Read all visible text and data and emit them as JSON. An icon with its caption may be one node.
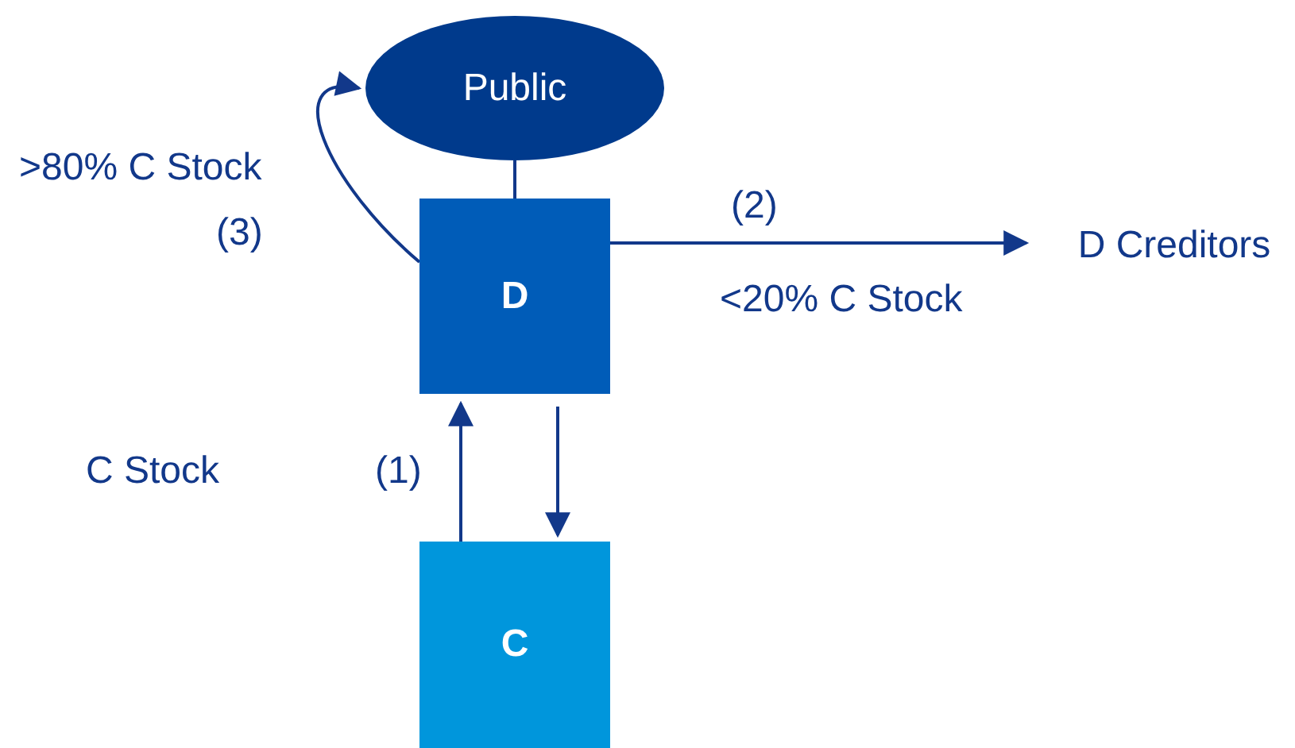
{
  "diagram": {
    "nodes": [
      {
        "text": [
          "Public"
        ]
      },
      {
        "text": [
          "D"
        ]
      },
      {
        "text": [
          "C"
        ]
      },
      {
        "text": [
          "D Creditors"
        ]
      }
    ],
    "edges": [
      {
        "from": 1,
        "to": 0,
        "arrow": "to"
      },
      {
        "from": 0,
        "to": 1,
        "arrow": "none"
      },
      {
        "from": 2,
        "to": 1,
        "arrow": "to"
      },
      {
        "from": 1,
        "to": 2,
        "arrow": "to"
      },
      {
        "from": 1,
        "to": 3,
        "arrow": "to"
      }
    ],
    "labels": [
      ">80% C Stock",
      "(3)",
      "(2)",
      "<20% C Stock",
      "C Stock",
      "(1)"
    ]
  }
}
